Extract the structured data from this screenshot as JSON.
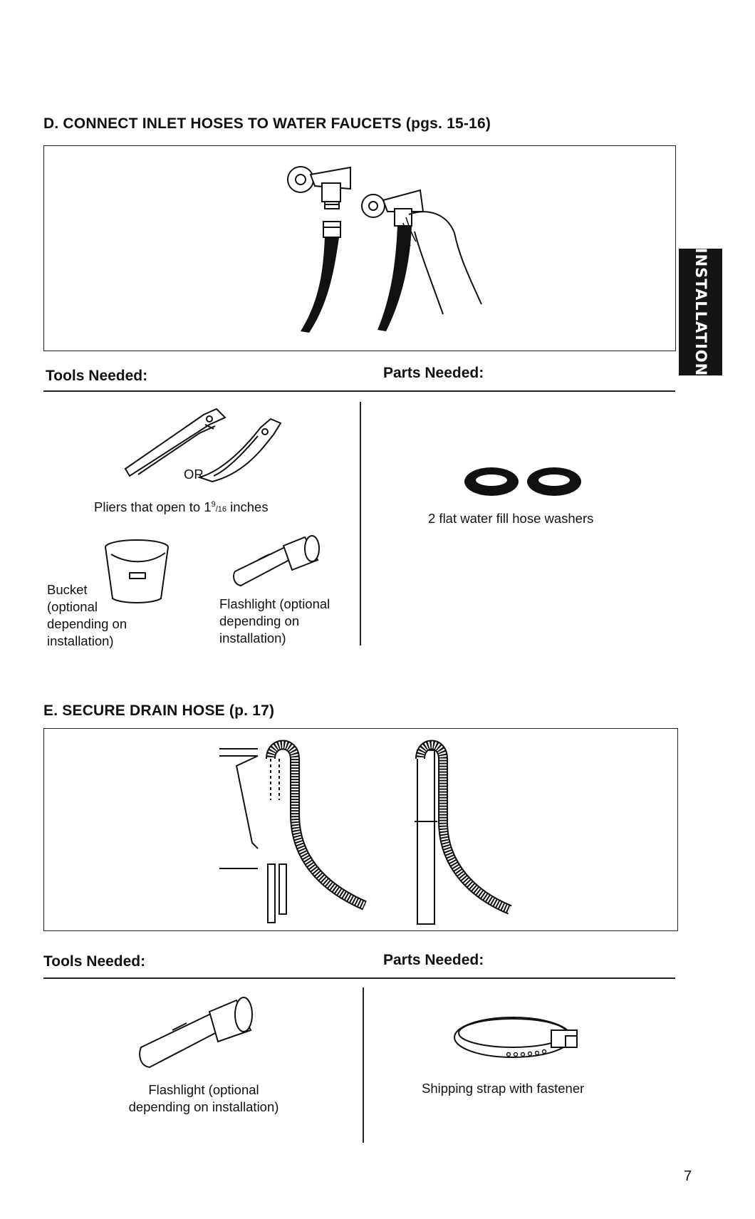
{
  "section_d": {
    "title": "D. CONNECT INLET HOSES TO WATER FAUCETS (pgs. 15-16)",
    "tools_header": "Tools Needed:",
    "parts_header": "Parts Needed:",
    "pliers_or": "OR",
    "pliers_caption_a": "Pliers that open to 1",
    "pliers_caption_sup": "9",
    "pliers_caption_sub": "/16",
    "pliers_caption_b": " inches",
    "bucket_caption": [
      "Bucket",
      "(optional",
      "depending on",
      "installation)"
    ],
    "flashlight_caption": [
      "Flashlight (optional",
      "depending on",
      "installation)"
    ],
    "washers_caption": "2 flat water fill hose washers"
  },
  "section_e": {
    "title": "E. SECURE DRAIN HOSE (p. 17)",
    "tools_header": "Tools Needed:",
    "parts_header": "Parts Needed:",
    "flashlight_caption": [
      "Flashlight (optional",
      "depending on installation)"
    ],
    "strap_caption": "Shipping strap with fastener"
  },
  "side_tab": {
    "label": "INSTALLATION",
    "color": "#151515"
  },
  "page_number": "7"
}
